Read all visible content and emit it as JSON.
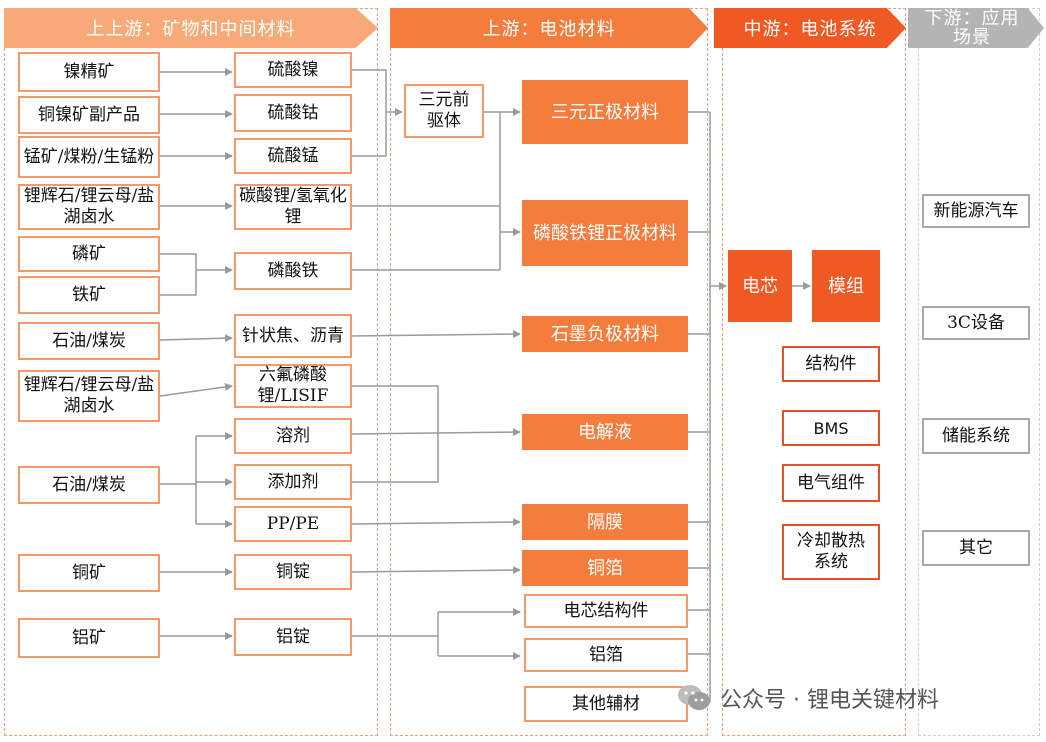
{
  "headers": {
    "upstream_minerals": "上上游：矿物和中间材料",
    "upstream_battery": "上游：电池材料",
    "midstream": "中游：电池系统",
    "downstream": "下游：应用场景"
  },
  "raw_materials": {
    "nickel_concentrate": "镍精矿",
    "copper_nickel_byproduct": "铜镍矿副产品",
    "manganese": "锰矿/煤粉/生锰粉",
    "lithium_1": "锂辉石/锂云母/盐湖卤水",
    "phosphate": "磷矿",
    "iron": "铁矿",
    "petroleum_1": "石油/煤炭",
    "lithium_2": "锂辉石/锂云母/盐湖卤水",
    "petroleum_2": "石油/煤炭",
    "copper": "铜矿",
    "aluminum": "铝矿"
  },
  "intermediates": {
    "nickel_sulfate": "硫酸镍",
    "cobalt_sulfate": "硫酸钴",
    "manganese_sulfate": "硫酸锰",
    "lithium_carbonate": "碳酸锂/氢氧化锂",
    "iron_phosphate": "磷酸铁",
    "needle_coke": "针状焦、沥青",
    "lipf6": "六氟磷酸锂/LISIF",
    "solvent": "溶剂",
    "additive": "添加剂",
    "pp_pe": "PP/PE",
    "copper_ingot": "铜锭",
    "aluminum_ingot": "铝锭"
  },
  "battery_materials": {
    "ternary_precursor": "三元前驱体",
    "ternary_cathode": "三元正极材料",
    "lfp_cathode": "磷酸铁锂正极材料",
    "graphite_anode": "石墨负极材料",
    "electrolyte": "电解液",
    "separator": "隔膜",
    "copper_foil": "铜箔",
    "cell_structure": "电芯结构件",
    "aluminum_foil": "铝箔",
    "other_aux": "其他辅材"
  },
  "midstream": {
    "cell": "电芯",
    "module": "模组",
    "structure": "结构件",
    "bms": "BMS",
    "electrical": "电气组件",
    "cooling": "冷却散热系统"
  },
  "downstream": {
    "nev": "新能源汽车",
    "c3": "3C设备",
    "storage": "储能系统",
    "other": "其它"
  },
  "watermark": {
    "text": "公众号 · 锂电关键材料",
    "icon": "wechat-icon"
  },
  "colors": {
    "header_orange": "#f7a978",
    "header_mid": "#f47c3c",
    "header_red": "#ef5a24",
    "header_gray": "#b4b4b4",
    "box_border": "#f29a6a",
    "line": "#9a9a9a"
  }
}
